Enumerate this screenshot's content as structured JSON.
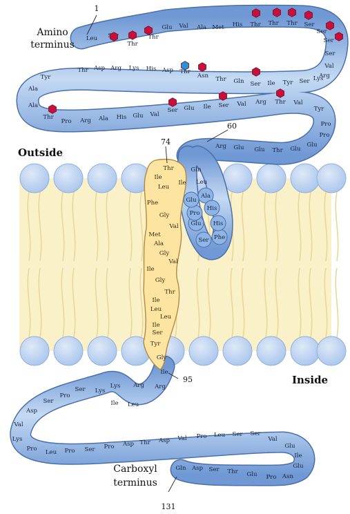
{
  "labels": {
    "amino": [
      "Amino",
      "terminus"
    ],
    "carboxyl": [
      "Carboxyl",
      "terminus"
    ],
    "outside": "Outside",
    "inside": "Inside"
  },
  "numbers": [
    "1",
    "60",
    "74",
    "95",
    "131"
  ],
  "colors": {
    "chain": "#8fb4e6",
    "chain_edge": "#4a6fa8",
    "helix": "#fde4a0",
    "helix_edge": "#b08a40",
    "lipid_head": "#b9d2f2",
    "lipid_tail": "#fbf1c8",
    "sugar": "#c8103c",
    "sialic": "#2a90d8"
  },
  "icons": {
    "sugar": "red-hexagon-oligosaccharide-icon",
    "sialic": "blue-hexagon-oligosaccharide-icon"
  },
  "residues": {
    "chain": [
      "Leu",
      "Ser",
      "Thr",
      "Thr",
      "Glu",
      "Val",
      "Ala",
      "Met",
      "His",
      "Thr",
      "Thr",
      "Thr",
      "Ser",
      "Ser",
      "Ser",
      "Ser",
      "Val",
      "Arg",
      "Lys",
      "Ser",
      "Tyr",
      "Ile",
      "Ser",
      "Gln",
      "Thr",
      "Asn",
      "Thr",
      "Asp",
      "His",
      "Lys",
      "Arg",
      "Asp",
      "Thr",
      "Tyr",
      "Ala",
      "Ala",
      "Thr",
      "Pro",
      "Arg",
      "Ala",
      "His",
      "Glu",
      "Val",
      "Ser",
      "Glu",
      "Ile",
      "Ser",
      "Val",
      "Arg",
      "Thr",
      "Val",
      "Tyr",
      "Pro",
      "Pro",
      "Glu",
      "Glu",
      "Thr",
      "Glu",
      "Glu",
      "Arg"
    ],
    "hairpin": [
      "Gln",
      "Leu",
      "Ala",
      "His",
      "Phe",
      "Ser",
      "His",
      "Glu",
      "Pro",
      "Glu"
    ],
    "helix": [
      "Thr",
      "Ile",
      "Leu",
      "Ile",
      "Phe",
      "Gly",
      "Val",
      "Met",
      "Ala",
      "Gly",
      "Val",
      "Ile",
      "Gly",
      "Thr",
      "Ile",
      "Leu",
      "Leu",
      "Ile",
      "Ser",
      "Tyr"
    ],
    "tail": [
      "Gly",
      "Ile",
      "Arg",
      "Arg",
      "Leu",
      "Ile",
      "Lys",
      "Lys",
      "Ser",
      "Pro",
      "Ser",
      "Asp",
      "Val",
      "Lys",
      "Pro",
      "Leu",
      "Pro",
      "Ser",
      "Pro",
      "Asp",
      "Thr",
      "Asp",
      "Val",
      "Pro",
      "Leu",
      "Ser",
      "Ser",
      "Val",
      "Glu",
      "Ile",
      "Glu",
      "Asn",
      "Pro",
      "Glu",
      "Thr",
      "Ser",
      "Asp",
      "Gln"
    ]
  }
}
